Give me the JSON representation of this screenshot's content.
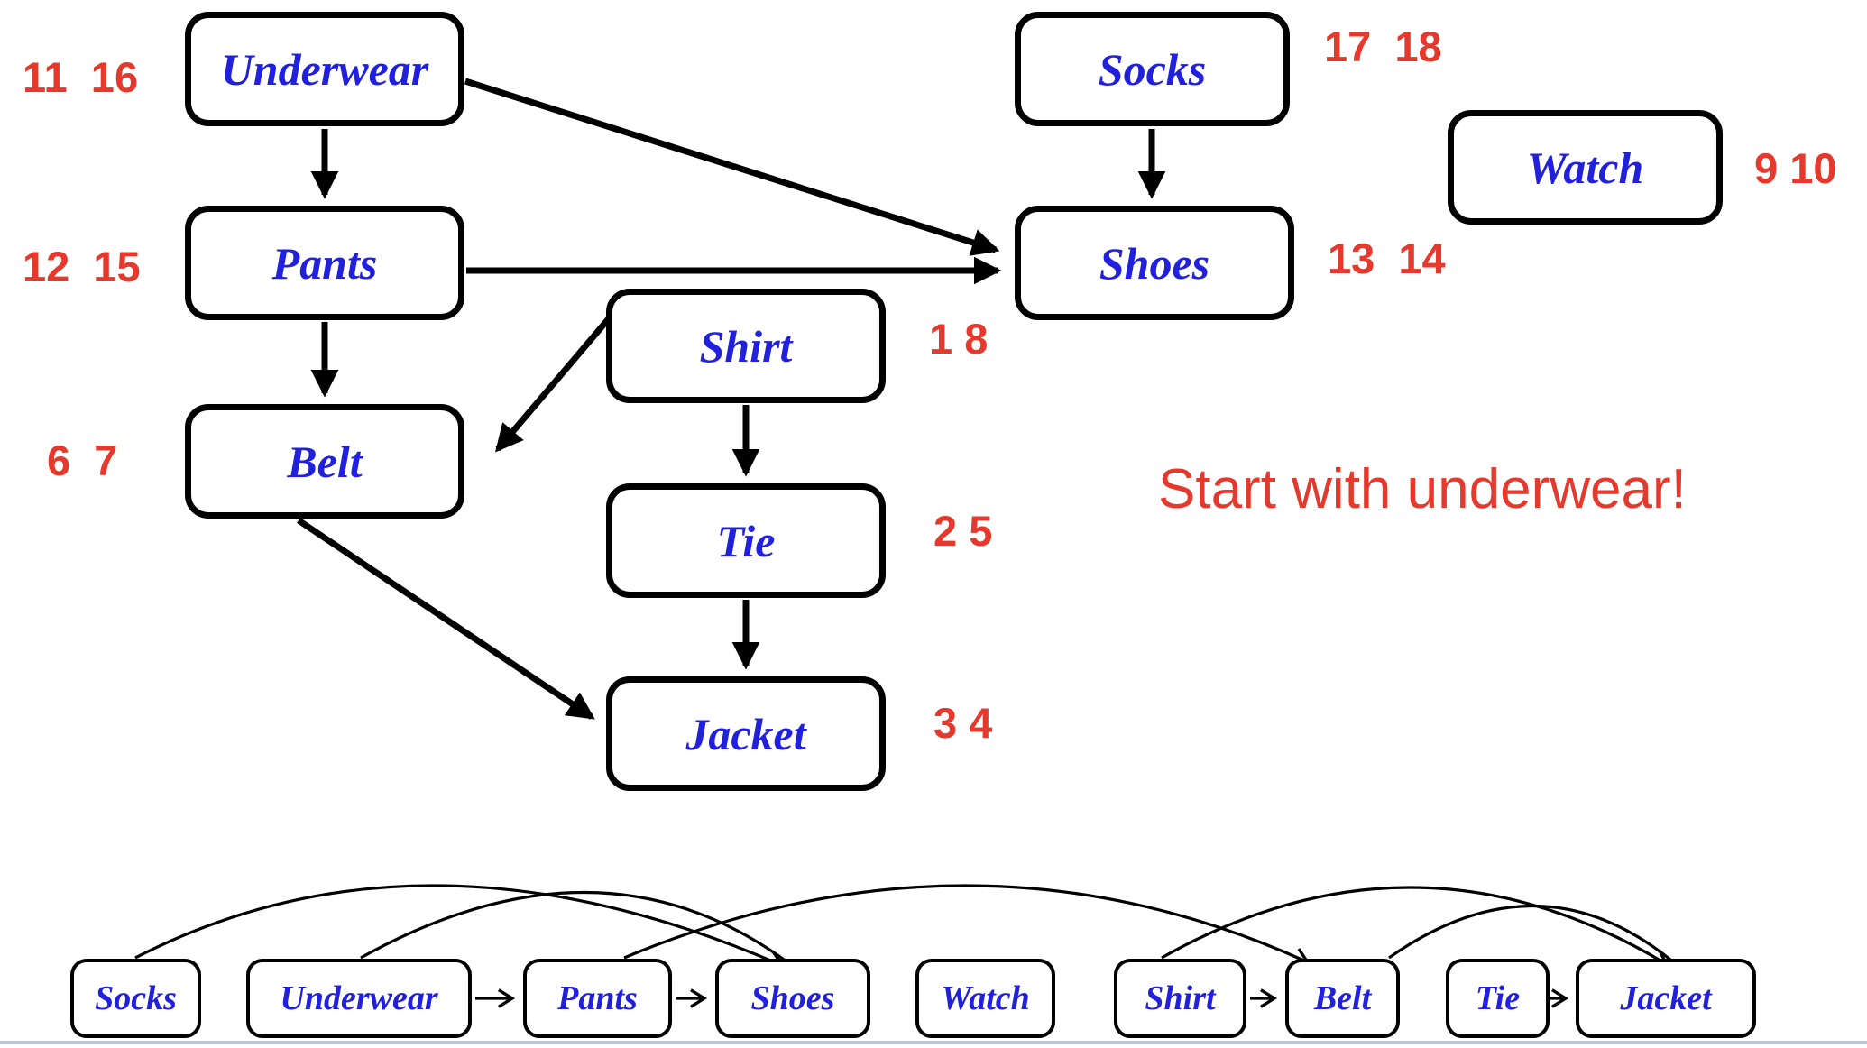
{
  "note": {
    "text": "Start with underwear!"
  },
  "colors": {
    "node_text": "#2121dd",
    "accent_red": "#e4392c",
    "edge_line": "#000000",
    "footer_rule": "#b9c6da",
    "node_fill": "#ffffff"
  },
  "dag": {
    "nodes": [
      {
        "id": "underwear",
        "label": "Underwear",
        "times": "11  16"
      },
      {
        "id": "pants",
        "label": "Pants",
        "times": "12  15"
      },
      {
        "id": "belt",
        "label": "Belt",
        "times": "6  7"
      },
      {
        "id": "shirt",
        "label": "Shirt",
        "times": "1 8"
      },
      {
        "id": "tie",
        "label": "Tie",
        "times": "2 5"
      },
      {
        "id": "jacket",
        "label": "Jacket",
        "times": "3 4"
      },
      {
        "id": "socks",
        "label": "Socks",
        "times": "17  18"
      },
      {
        "id": "shoes",
        "label": "Shoes",
        "times": "13  14"
      },
      {
        "id": "watch",
        "label": "Watch",
        "times": "9 10"
      }
    ],
    "edges": [
      {
        "from": "underwear",
        "to": "pants"
      },
      {
        "from": "underwear",
        "to": "shoes"
      },
      {
        "from": "pants",
        "to": "shoes"
      },
      {
        "from": "pants",
        "to": "belt"
      },
      {
        "from": "socks",
        "to": "shoes"
      },
      {
        "from": "shirt",
        "to": "belt"
      },
      {
        "from": "shirt",
        "to": "tie"
      },
      {
        "from": "tie",
        "to": "jacket"
      },
      {
        "from": "belt",
        "to": "jacket"
      }
    ]
  },
  "topo": {
    "order": [
      "Socks",
      "Underwear",
      "Pants",
      "Shoes",
      "Watch",
      "Shirt",
      "Belt",
      "Tie",
      "Jacket"
    ],
    "straight_edges": [
      {
        "from": "Underwear",
        "to": "Pants"
      },
      {
        "from": "Pants",
        "to": "Shoes"
      },
      {
        "from": "Shirt",
        "to": "Belt"
      },
      {
        "from": "Tie",
        "to": "Jacket"
      }
    ],
    "arc_edges": [
      {
        "from": "Socks",
        "to": "Shoes"
      },
      {
        "from": "Underwear",
        "to": "Shoes"
      },
      {
        "from": "Pants",
        "to": "Belt"
      },
      {
        "from": "Shirt",
        "to": "Jacket"
      },
      {
        "from": "Belt",
        "to": "Jacket"
      }
    ]
  }
}
